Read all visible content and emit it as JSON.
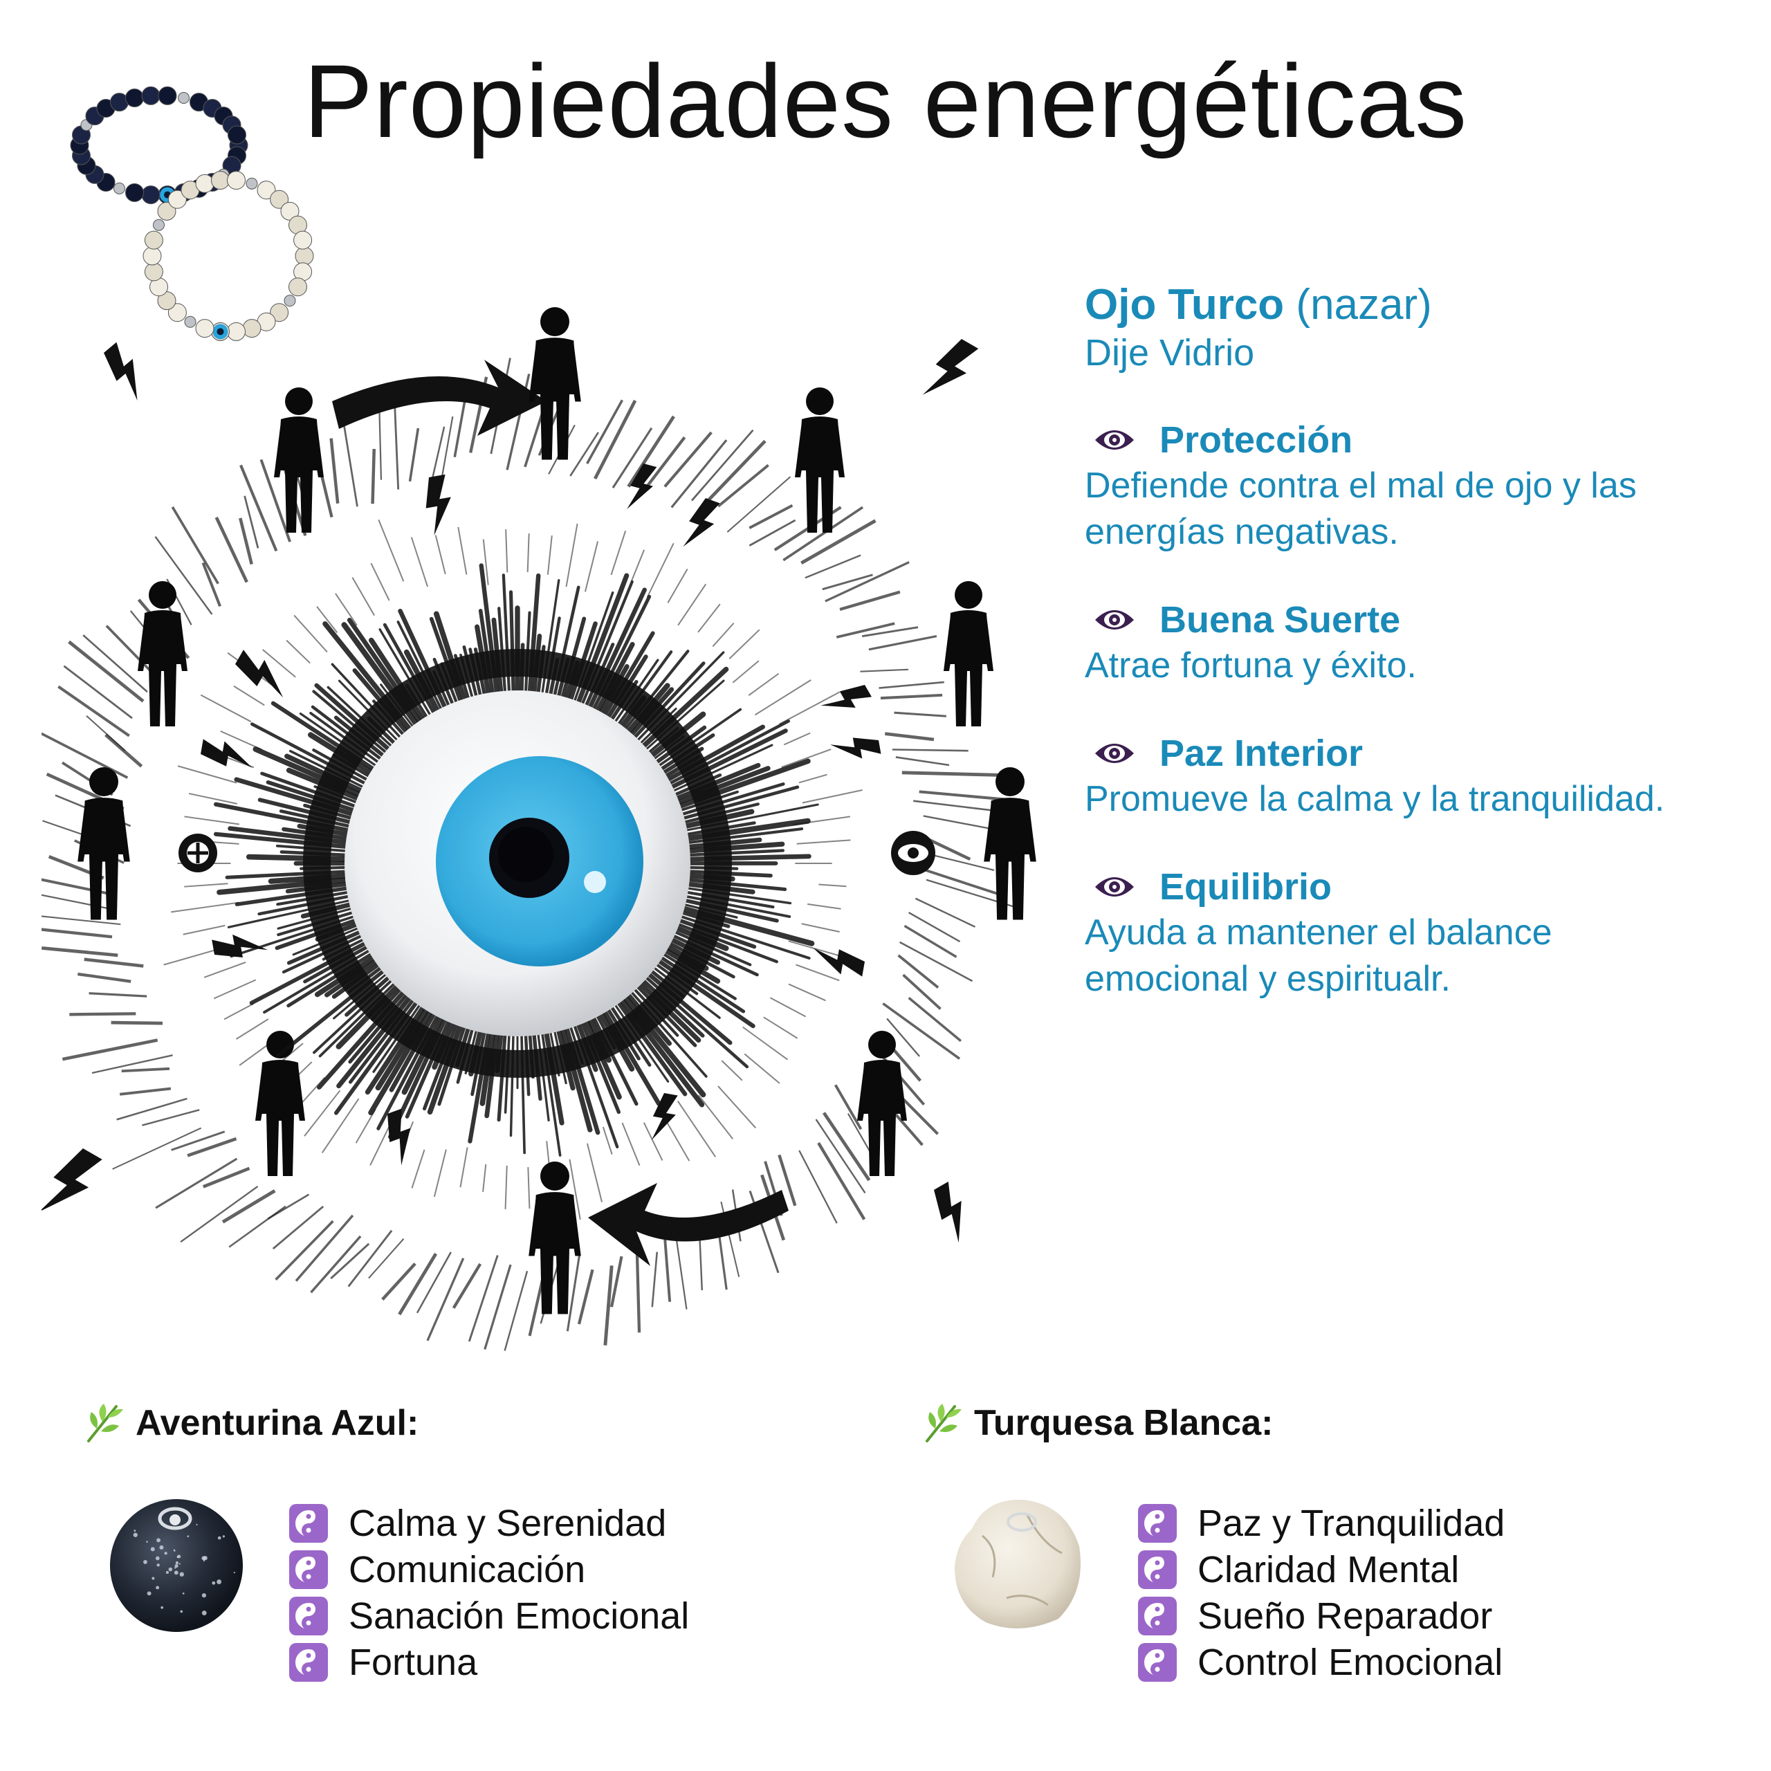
{
  "title": "Propiedades energéticas",
  "colors": {
    "accent": "#1a8ab8",
    "eye_icon": "#3b1f4f",
    "yin_yang_bg": "#9b66c9",
    "leaf": "#7cc242"
  },
  "main": {
    "name": "Ojo Turco",
    "name_note": "(nazar)",
    "subtitle": "Dije Vidrio",
    "properties": [
      {
        "icon": "eye-icon",
        "title": "Protección",
        "desc_lines": [
          "Defiende contra el  mal de ojo y las",
          "energías negativas."
        ]
      },
      {
        "icon": "eye-icon",
        "title": "Buena Suerte",
        "desc_lines": [
          "Atrae fortuna y éxito."
        ]
      },
      {
        "icon": "eye-icon",
        "title": "Paz Interior",
        "desc_lines": [
          "Promueve la calma y la tranquilidad."
        ]
      },
      {
        "icon": "eye-icon",
        "title": "Equilibrio",
        "desc_lines": [
          "Ayuda a mantener el balance",
          "emocional y espiritualr."
        ]
      }
    ]
  },
  "stones": [
    {
      "icon": "leaf-icon",
      "name": "Aventurina Azul:",
      "items": [
        "Calma y Serenidad",
        "Comunicación",
        "Sanación Emocional",
        "Fortuna"
      ]
    },
    {
      "icon": "leaf-icon",
      "name": "Turquesa Blanca:",
      "items": [
        "Paz y Tranquilidad",
        "Claridad Mental",
        "Sueño Reparador",
        "Control Emocional"
      ]
    }
  ]
}
